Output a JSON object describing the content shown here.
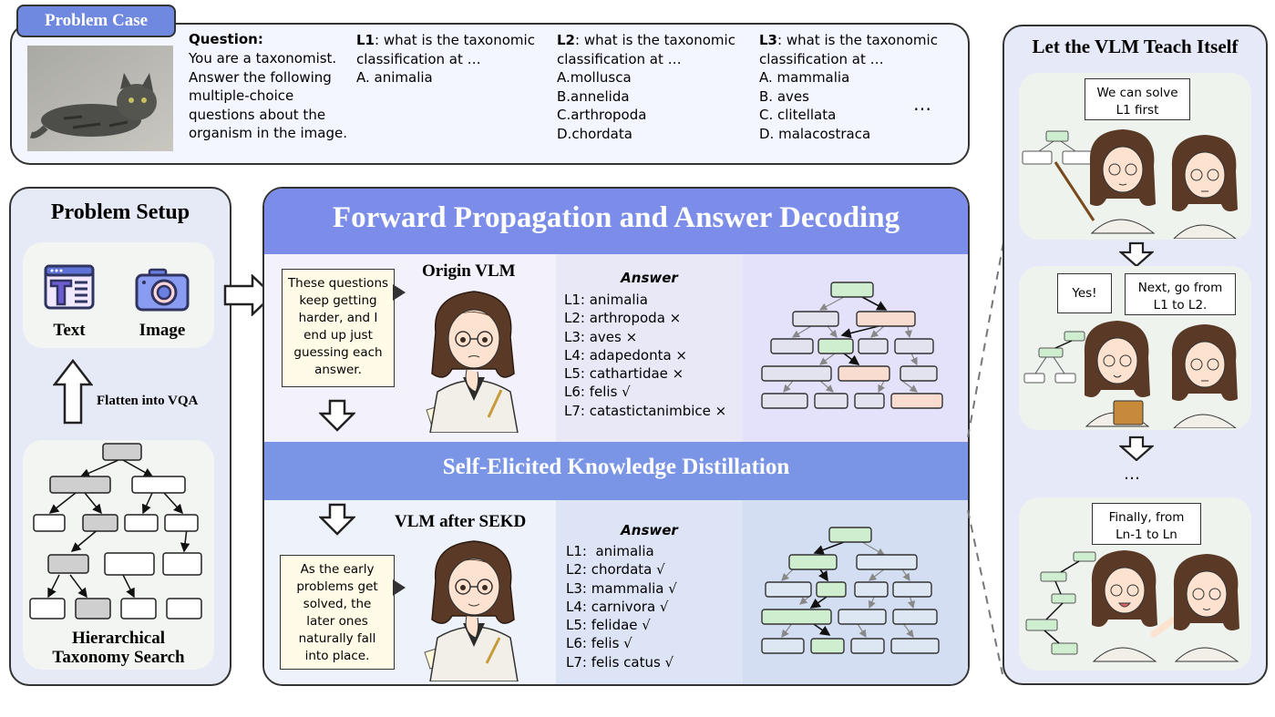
{
  "problem_case": {
    "tag": "Problem Case",
    "question_label": "Question:",
    "question_text": "You are a taxonomist.\nAnswer the following\nmultiple-choice\nquestions about the\norganism in the image.",
    "levels": [
      {
        "label": "L1",
        "text": ": what is the taxonomic\nclassification at …\nA. animalia"
      },
      {
        "label": "L2",
        "text": ": what is the taxonomic\nclassification at …\nA.mollusca\nB.annelida\nC.arthropoda\nD.chordata"
      },
      {
        "label": "L3",
        "text": ": what is the taxonomic\nclassification at …\nA. mammalia\nB. aves\nC. clitellata\nD. malacostraca"
      }
    ],
    "ellipsis": "…"
  },
  "setup": {
    "title": "Problem Setup",
    "text_label": "Text",
    "image_label": "Image",
    "flatten_label": "Flatten into VQA",
    "tree_label": "Hierarchical\nTaxonomy Search"
  },
  "main": {
    "title": "Forward Propagation and Answer Decoding",
    "mid_title": "Self-Elicited Knowledge Distillation",
    "origin": {
      "name": "Origin VLM",
      "bubble": "These questions\nkeep getting\nharder, and I\nend up just\nguessing each\nanswer.",
      "answer_title": "Answer",
      "answers": [
        "L1: animalia",
        "L2: arthropoda ×",
        "L3: aves ×",
        "L4: adapedonta ×",
        "L5: cathartidae ×",
        "L6: felis √",
        "L7: catastictanimbice ×"
      ]
    },
    "after": {
      "name": "VLM after SEKD",
      "bubble": "As the early\nproblems get\nsolved, the\nlater ones\nnaturally fall\ninto place.",
      "answer_title": "Answer",
      "answers": [
        "L1:  animalia",
        "L2: chordata √",
        "L3: mammalia √",
        "L4: carnivora √",
        "L5: felidae √",
        "L6: felis √",
        "L7: felis catus √"
      ]
    }
  },
  "teach": {
    "title": "Let the VLM Teach Itself",
    "bubble1": "We can solve\nL1 first",
    "bubble2a": "Yes!",
    "bubble2b": "Next, go from\nL1 to L2.",
    "ellipsis": "…",
    "bubble3": "Finally, from\nLn-1 to Ln"
  },
  "colors": {
    "header_blue": "#7b8de8",
    "panel_bg": "#eef1fb",
    "green_node": "#cfeecf",
    "pink_node": "#f9dcd0",
    "gray_node": "#cfcfcf"
  }
}
